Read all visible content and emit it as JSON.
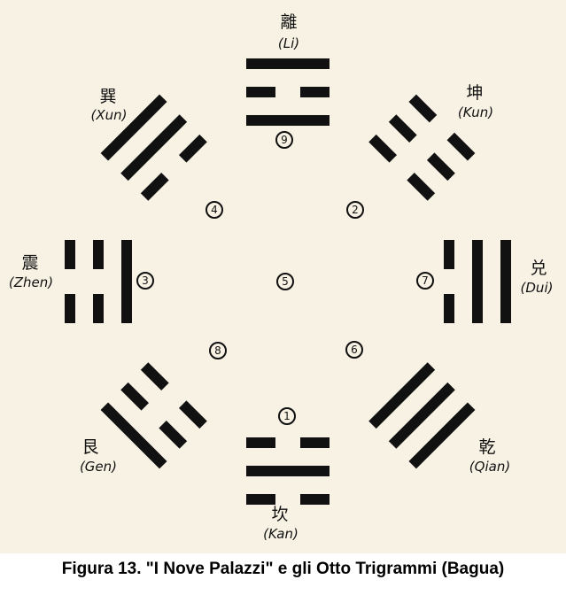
{
  "trigrams": [
    {
      "id": "li",
      "hanzi": "離",
      "roman": "(Li)",
      "lines": [
        1,
        0,
        1
      ],
      "angle": 0
    },
    {
      "id": "kun",
      "hanzi": "坤",
      "roman": "(Kun)",
      "lines": [
        0,
        0,
        0
      ],
      "angle": 45
    },
    {
      "id": "dui",
      "hanzi": "兑",
      "roman": "(Dui)",
      "lines": [
        1,
        1,
        0
      ],
      "angle": 90
    },
    {
      "id": "qian",
      "hanzi": "乾",
      "roman": "(Qian)",
      "lines": [
        1,
        1,
        1
      ],
      "angle": 135
    },
    {
      "id": "kan",
      "hanzi": "坎",
      "roman": "(Kan)",
      "lines": [
        0,
        1,
        0
      ],
      "angle": 180
    },
    {
      "id": "gen",
      "hanzi": "艮",
      "roman": "(Gen)",
      "lines": [
        1,
        0,
        0
      ],
      "angle": 225
    },
    {
      "id": "zhen",
      "hanzi": "震",
      "roman": "(Zhen)",
      "lines": [
        0,
        0,
        1
      ],
      "angle": 270
    },
    {
      "id": "xun",
      "hanzi": "巽",
      "roman": "(Xun)",
      "lines": [
        1,
        1,
        0
      ],
      "angle": 315
    }
  ],
  "palaces": {
    "top": "9",
    "top_right": "2",
    "right": "7",
    "bottom_right": "6",
    "bottom": "1",
    "bottom_left": "8",
    "left": "3",
    "top_left": "4",
    "center": "5"
  },
  "caption": "Figura 13. \"I Nove Palazzi\" e gli Otto Trigrammi (Bagua)"
}
